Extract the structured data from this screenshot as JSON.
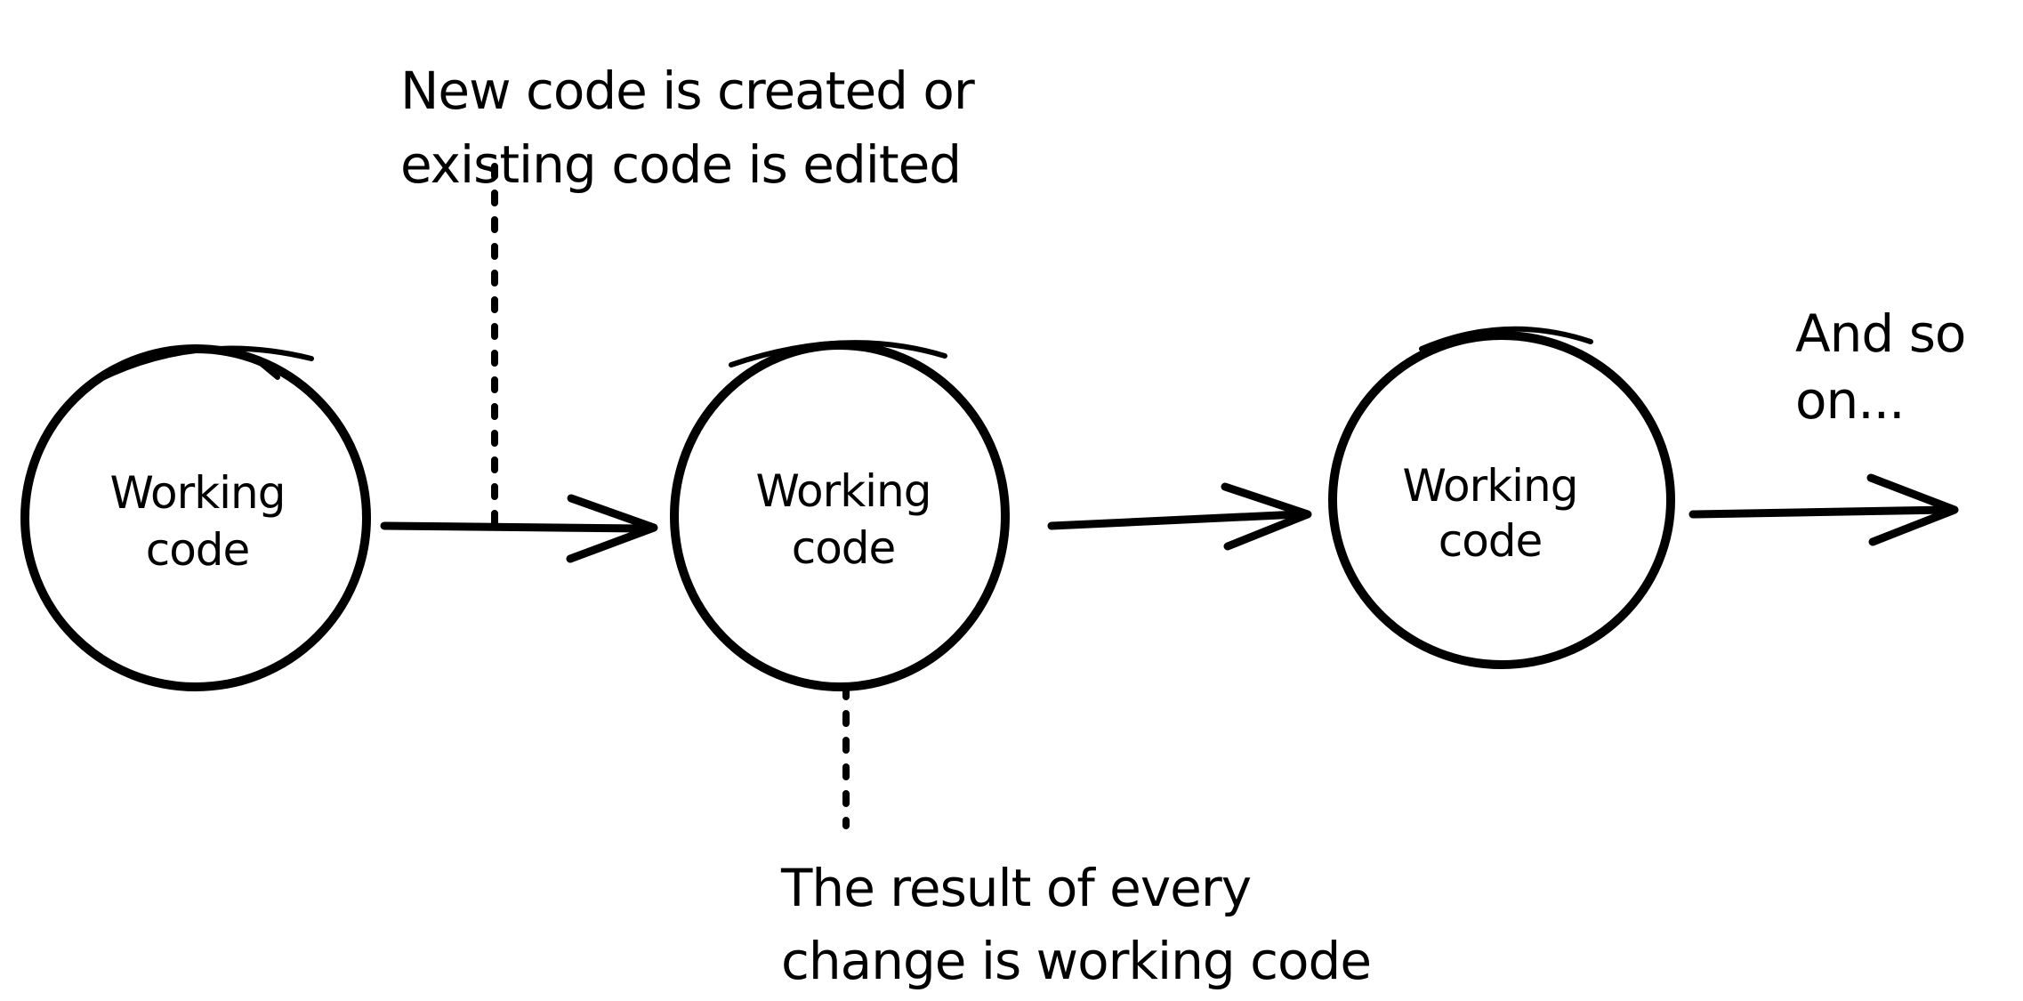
{
  "diagram": {
    "background_color": "#ffffff",
    "stroke_color": "#000000",
    "nodes": [
      {
        "lines": [
          "Working",
          "code"
        ]
      },
      {
        "lines": [
          "Working",
          "code"
        ]
      },
      {
        "lines": [
          "Working",
          "code"
        ]
      }
    ],
    "annotations": {
      "top": {
        "lines": [
          "New code is created or",
          "existing code is edited"
        ]
      },
      "bottom": {
        "lines": [
          "The result of every",
          "change is working code"
        ]
      },
      "continuation": {
        "lines": [
          "And so",
          "on..."
        ]
      }
    }
  }
}
